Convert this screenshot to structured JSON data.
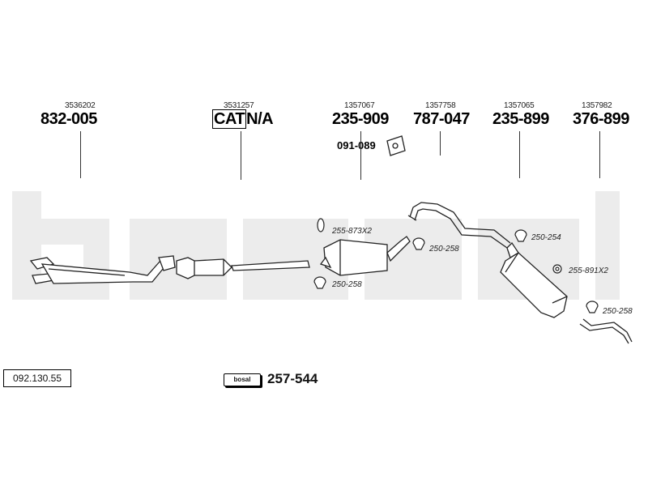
{
  "refs": [
    "3536202",
    "3531257",
    "1357067",
    "1357758",
    "1357065",
    "1357982"
  ],
  "parts": {
    "front_pipe": "832-005",
    "cat_text": "CAT",
    "cat_na": "N/A",
    "front_silencer": "235-909",
    "middle_pipe": "787-047",
    "rear_silencer": "235-899",
    "tail_pipe": "376-899",
    "mounting": "091-089"
  },
  "clamps": {
    "c1": "255-873X2",
    "c2": "250-258",
    "c3": "250-258",
    "c4": "250-254",
    "c5": "255-891X2",
    "c6": "250-258"
  },
  "catalog_number": "092.130.55",
  "kit": {
    "logo": "bosal",
    "number": "257-544"
  },
  "watermark": "bosal"
}
